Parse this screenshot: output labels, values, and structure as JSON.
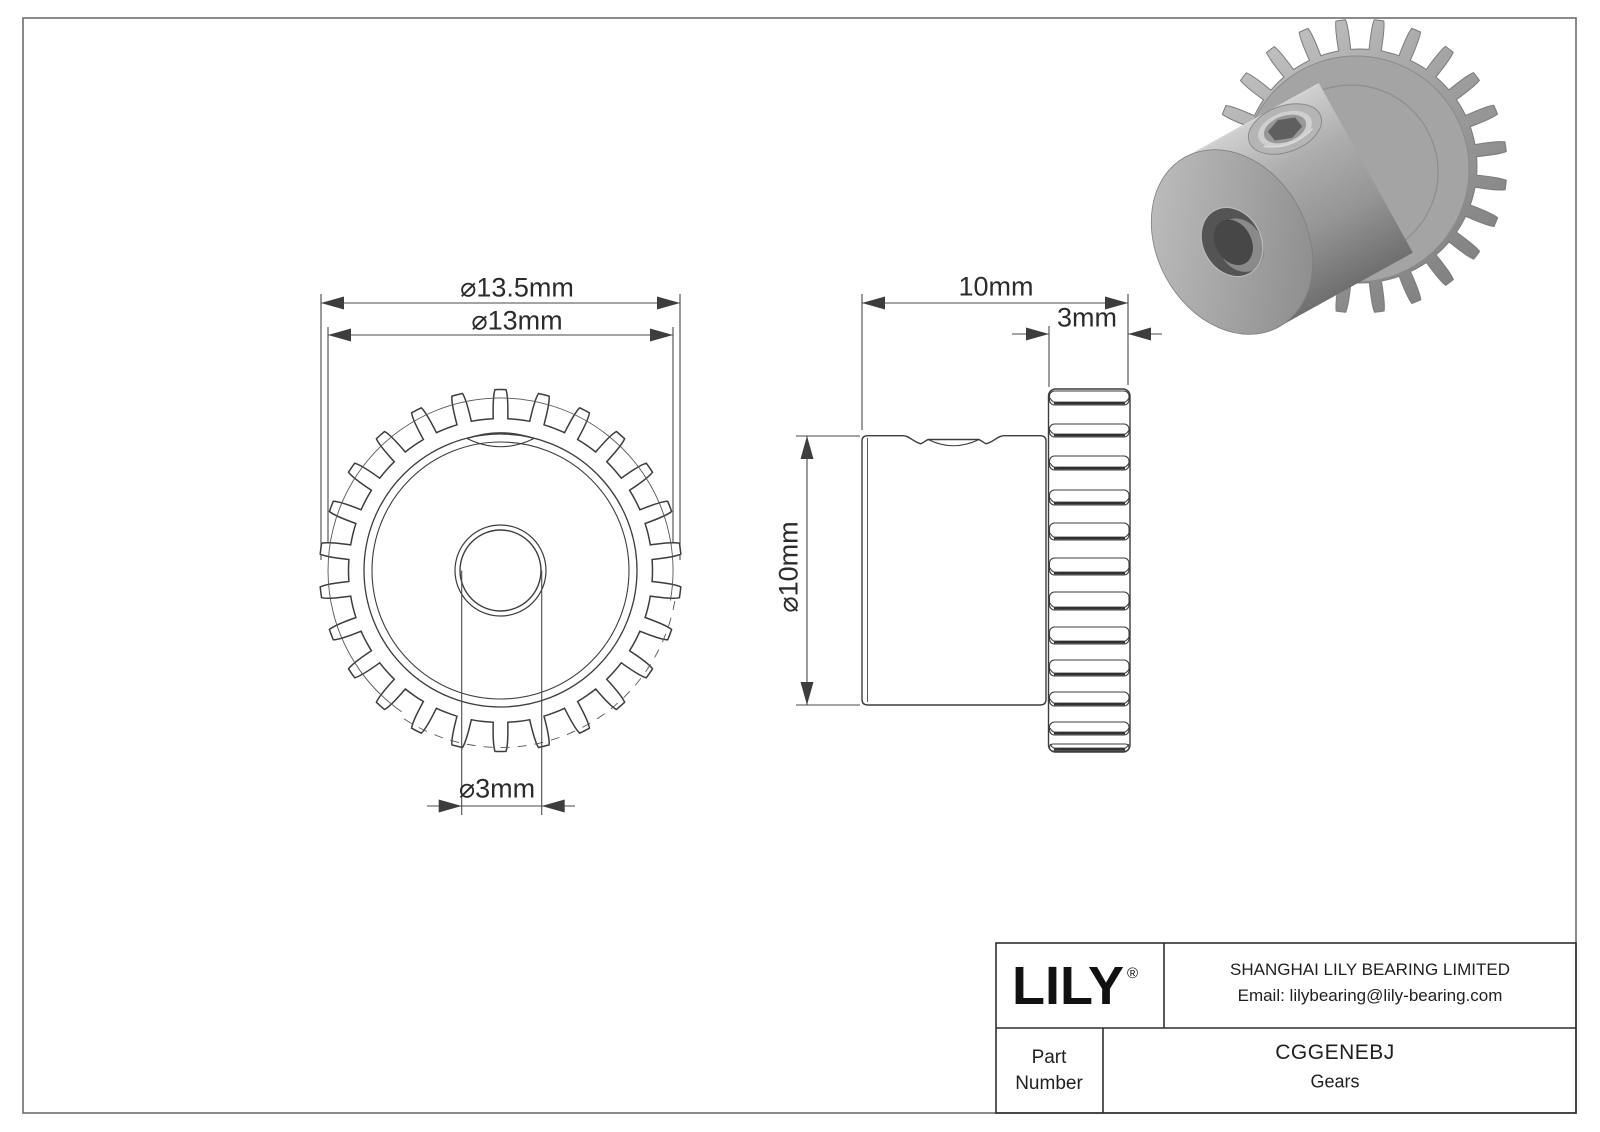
{
  "page": {
    "background": "#ffffff"
  },
  "colors": {
    "line": "#3d3d3d",
    "thin_line": "#565656",
    "frame": "#6e6e6e",
    "title_lines": "#2f2f2f",
    "text": "#2b2b2b",
    "render_light": "#cccccc",
    "render_mid": "#9d9d9d",
    "render_dark": "#6f6f6f"
  },
  "front_view": {
    "teeth": 26,
    "dim_tip_diameter": "⌀13.5mm",
    "dim_pitch_diameter": "⌀13mm",
    "dim_bore_diameter": "⌀3mm"
  },
  "side_view": {
    "dim_overall_width": "10mm",
    "dim_face_width": "3mm",
    "dim_outer_diameter": "⌀10mm"
  },
  "render_3d": {
    "teeth": 24
  },
  "title_block": {
    "logo": "LILY",
    "registered": "®",
    "company": "SHANGHAI LILY BEARING LIMITED",
    "email": "Email: lilybearing@lily-bearing.com",
    "part_label_1": "Part",
    "part_label_2": "Number",
    "part_number": "CGGENEBJ",
    "product_category": "Gears"
  }
}
